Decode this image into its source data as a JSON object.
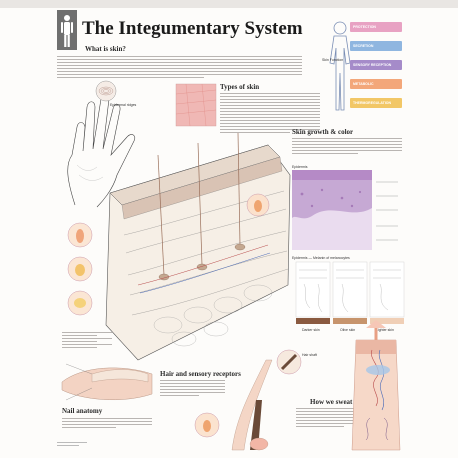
{
  "poster": {
    "title": "The Integumentary System",
    "section_headings": {
      "what_is_skin": "What is skin?",
      "types_of_skin": "Types of skin",
      "skin_growth": "Skin growth & color",
      "hair_sensory": "Hair and sensory receptors",
      "nail_anatomy": "Nail anatomy",
      "how_we_sweat": "How we sweat"
    },
    "labels": {
      "skin_function": "Skin Function",
      "epidermal_ridges": "Epidermal ridges",
      "epidermis": "Epidermis",
      "melanin_of_melanocytes": "Epidermis — Melanin of melanocytes",
      "hair_shaft": "Hair shaft",
      "skin_tone_labels": [
        "Darker skin",
        "Olive skin",
        "Lighter skin"
      ]
    },
    "function_bars": [
      {
        "label": "PROTECTION",
        "color": "#e8a2c3"
      },
      {
        "label": "SECRETION",
        "color": "#8fb6e0"
      },
      {
        "label": "SENSORY RECEPTION",
        "color": "#a58bc9"
      },
      {
        "label": "METABOLIC",
        "color": "#f3a77a"
      },
      {
        "label": "THERMOREGULATION",
        "color": "#f2c766"
      }
    ]
  }
}
